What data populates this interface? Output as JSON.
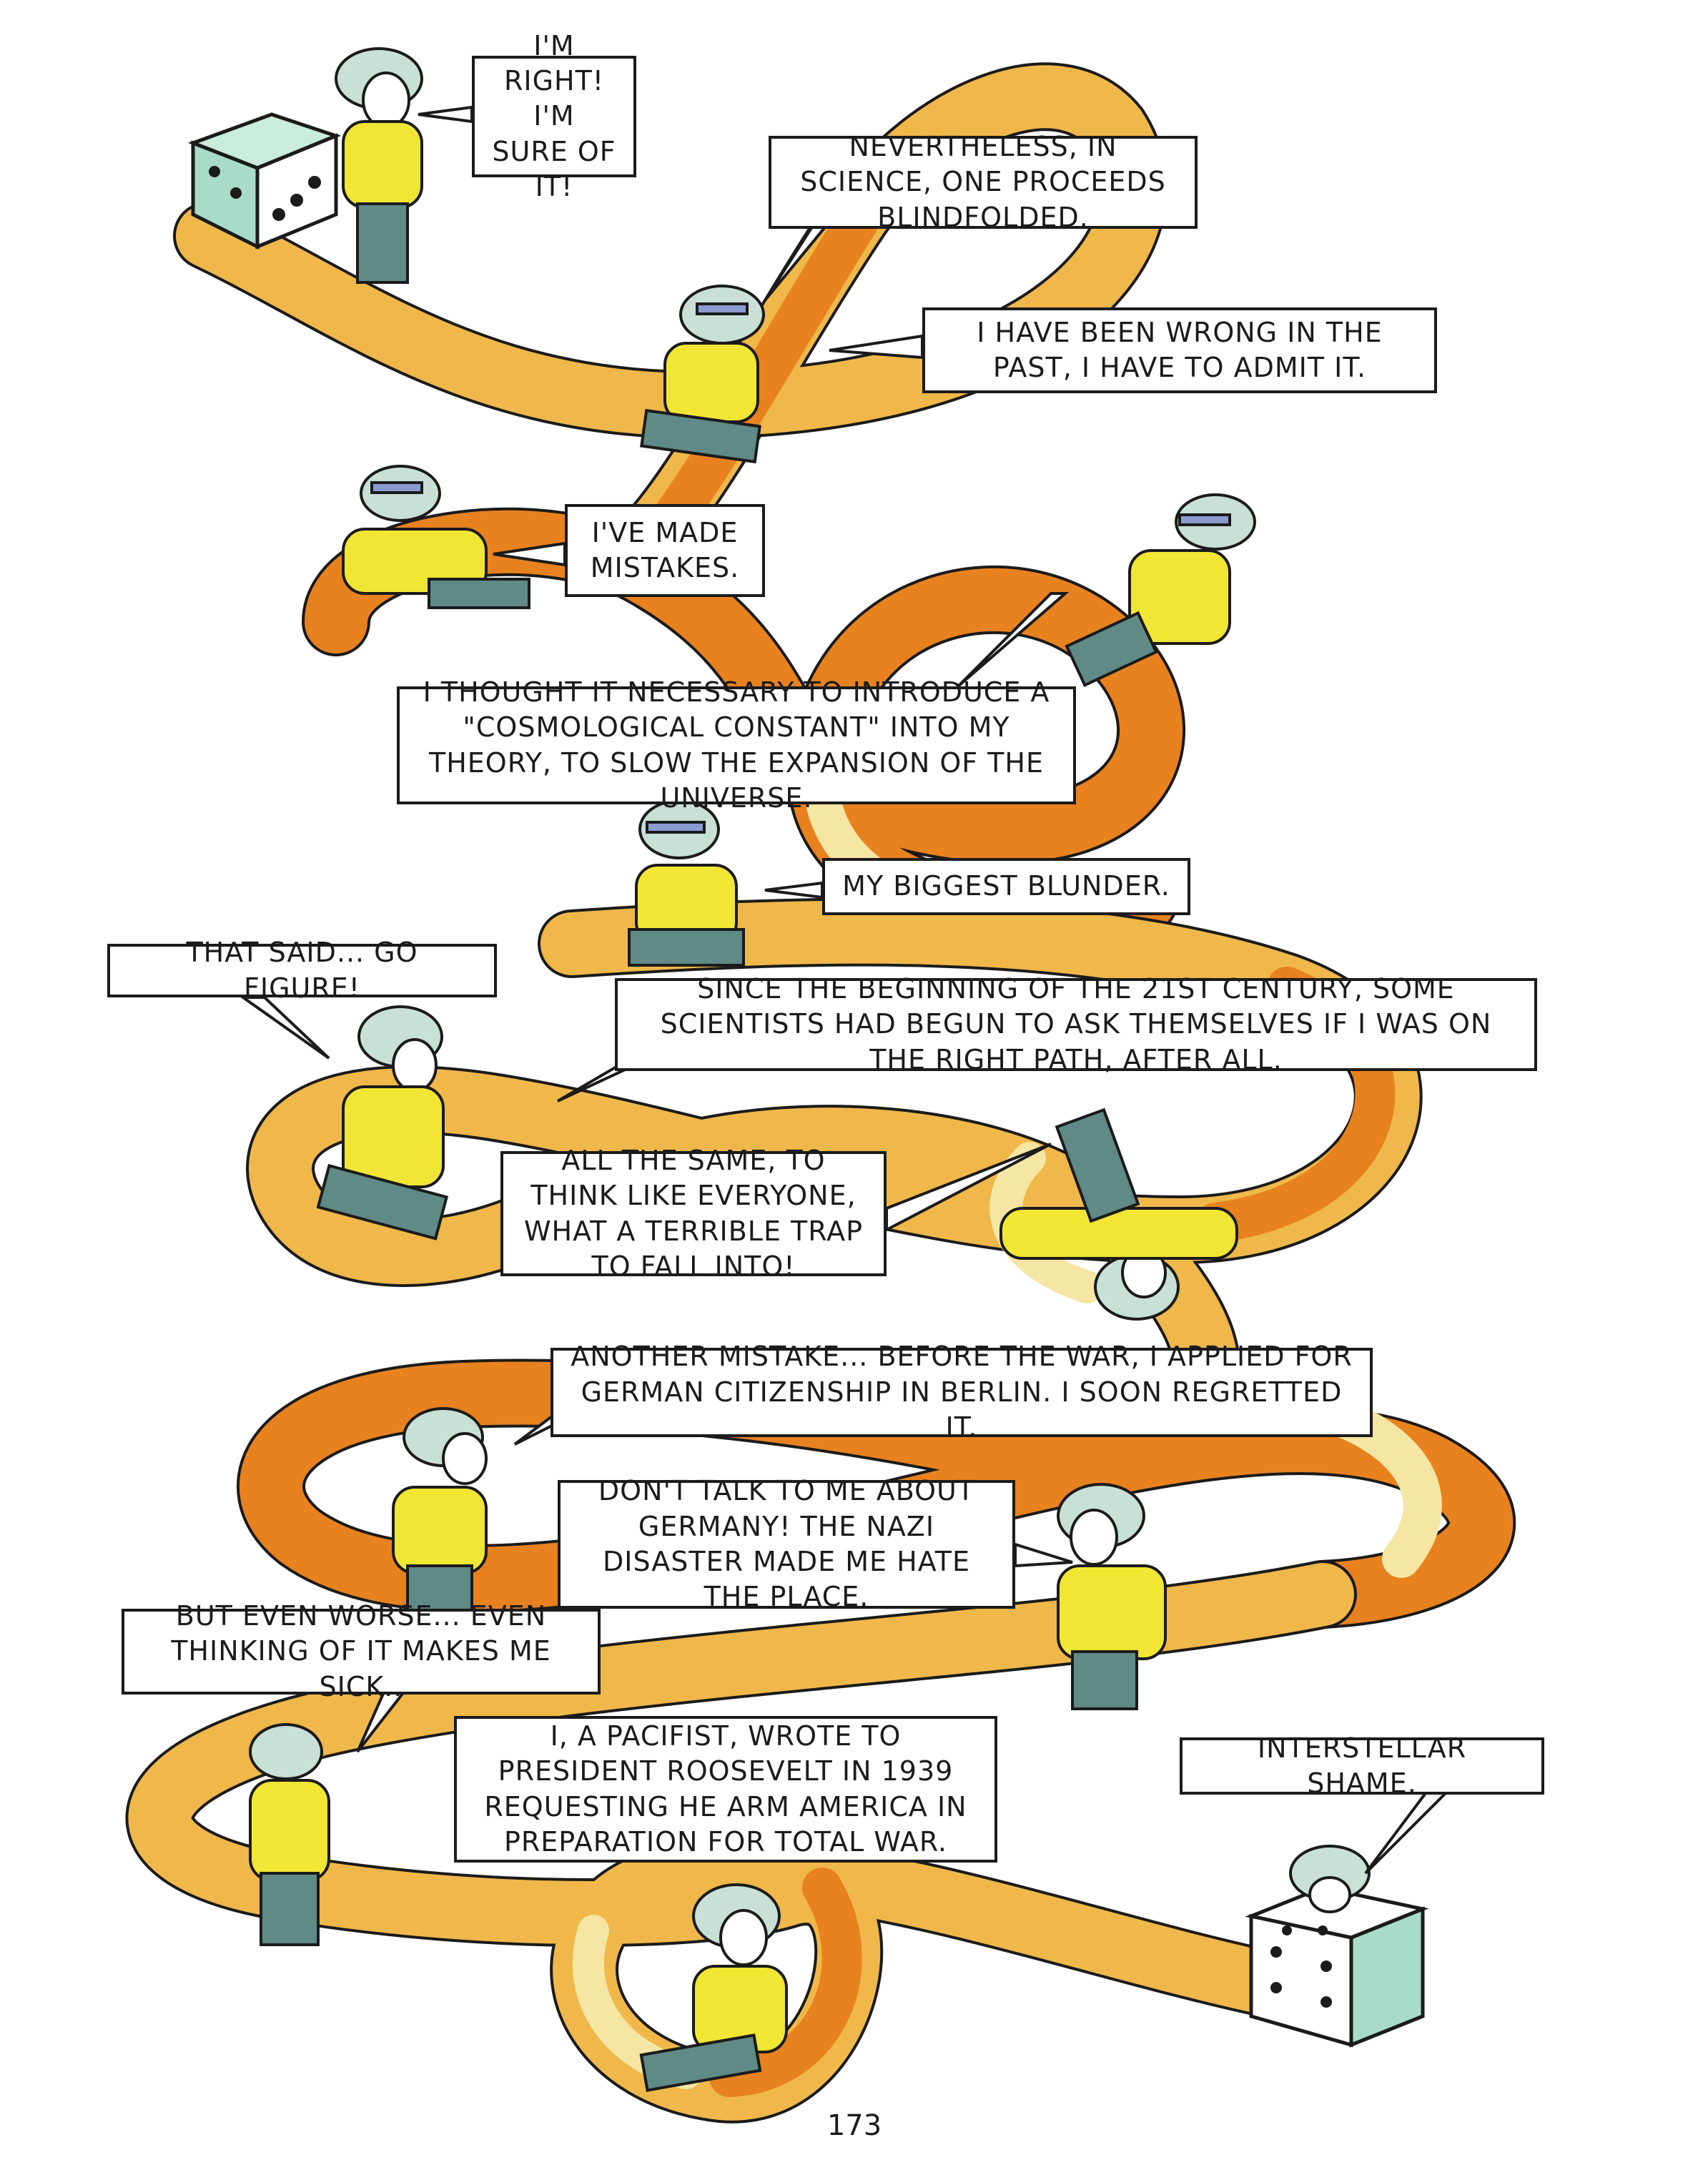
{
  "colors": {
    "ribbon_orange": "#e8821f",
    "ribbon_light": "#f0b84a",
    "ribbon_pale": "#f5e6a3",
    "sweater": "#f2e634",
    "trousers": "#5f8a86",
    "hair": "#c8e0d6",
    "die": "#a8dcc8",
    "ink": "#1b1b1b"
  },
  "bubbles": {
    "b1": "I'M RIGHT! I'M SURE OF IT!",
    "b2": "NEVERTHELESS, IN SCIENCE, ONE PROCEEDS BLINDFOLDED.",
    "b3": "I HAVE BEEN WRONG IN THE PAST, I HAVE TO ADMIT IT.",
    "b4": "I'VE MADE MISTAKES.",
    "b5": "I THOUGHT IT NECESSARY TO INTRODUCE A \"COSMOLOGICAL CONSTANT\" INTO MY THEORY, TO SLOW THE EXPANSION OF THE UNIVERSE.",
    "b6": "MY BIGGEST BLUNDER.",
    "b7": "THAT SAID... GO FIGURE!",
    "b8": "SINCE THE BEGINNING OF THE 21ST CENTURY, SOME SCIENTISTS HAD BEGUN TO ASK THEMSELVES IF I WAS ON THE RIGHT PATH, AFTER ALL.",
    "b9": "ALL THE SAME, TO THINK LIKE EVERYONE, WHAT A TERRIBLE TRAP TO FALL INTO!",
    "b10": "ANOTHER MISTAKE... BEFORE THE WAR, I APPLIED FOR GERMAN CITIZENSHIP IN BERLIN. I SOON REGRETTED IT.",
    "b11": "DON'T TALK TO ME ABOUT GERMANY! THE NAZI DISASTER MADE ME HATE THE PLACE.",
    "b12": "BUT EVEN WORSE... EVEN THINKING OF IT MAKES ME SICK..",
    "b13": "I, A PACIFIST, WROTE TO PRESIDENT ROOSEVELT IN 1939 REQUESTING HE ARM AMERICA IN PREPARATION FOR TOTAL WAR.",
    "b14": "INTERSTELLAR SHAME."
  },
  "page_number": "173"
}
